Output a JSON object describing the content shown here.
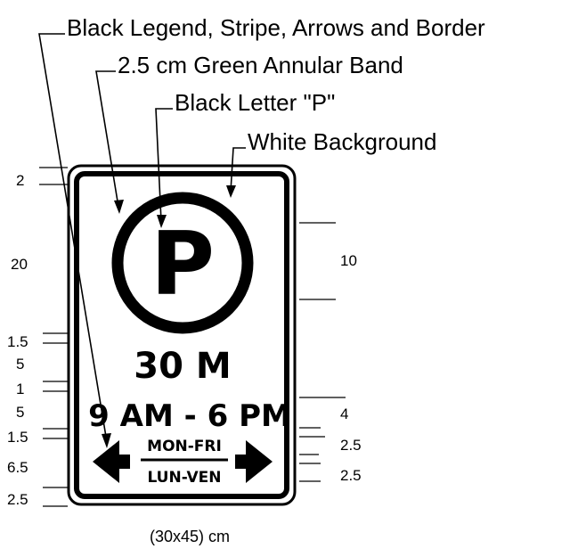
{
  "callouts": {
    "legend": "Black Legend, Stripe, Arrows and Border",
    "band": "2.5 cm Green Annular Band",
    "letter": "Black Letter \"P\"",
    "background": "White Background"
  },
  "sign": {
    "letter": "P",
    "limit": "30 M",
    "hours": "9 AM - 6 PM",
    "days_en": "MON-FRI",
    "days_fr": "LUN-VEN",
    "colors": {
      "border": "#000000",
      "band": "#2e7d32",
      "background": "#ffffff",
      "legend": "#000000"
    }
  },
  "dimensions": {
    "left": {
      "d1": "2",
      "d2": "20",
      "d3": "1.5",
      "d4": "5",
      "d5": "1",
      "d6": "5",
      "d7": "1.5",
      "d8": "6.5",
      "d9": "2.5"
    },
    "right": {
      "r1": "10",
      "r2": "4",
      "r3": "2.5",
      "r4": "2.5"
    }
  },
  "caption": "(30x45) cm"
}
